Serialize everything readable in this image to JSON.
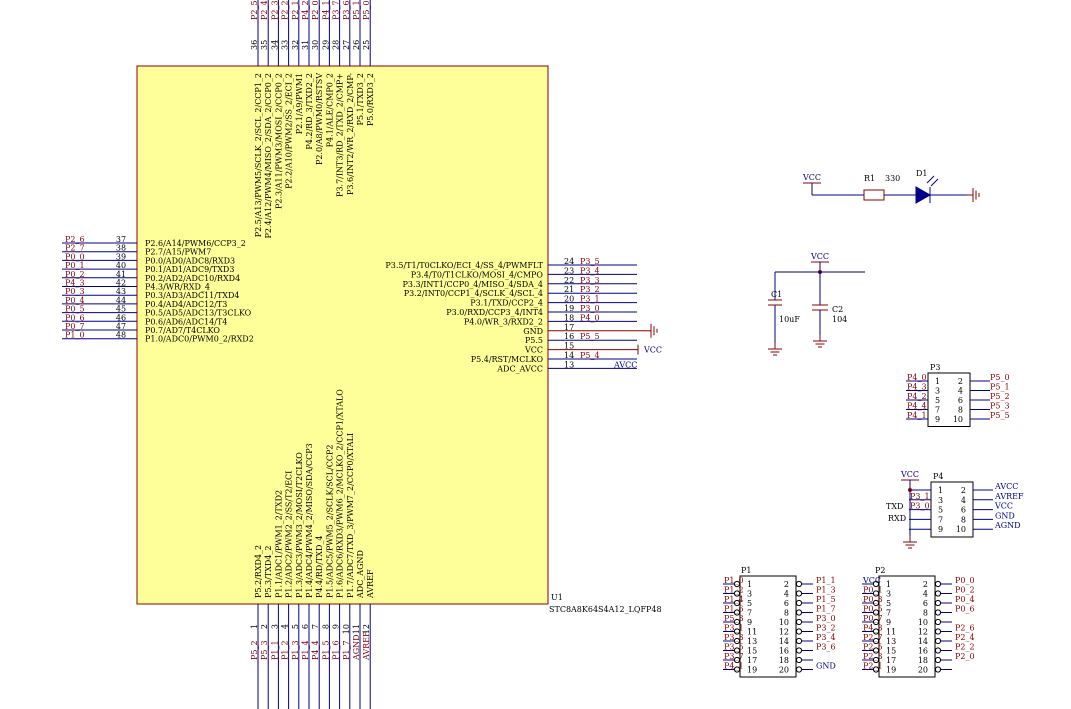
{
  "u1": {
    "designator": "U1",
    "part": "STC8A8K64S4A12_LQFP48",
    "left_pins": [
      {
        "num": "37",
        "func": "P2.6/A14/PWM6/CCP3_2",
        "net": "P2_6"
      },
      {
        "num": "38",
        "func": "P2.7/A15/PWM7",
        "net": "P2_7"
      },
      {
        "num": "39",
        "func": "P0.0/AD0/ADC8/RXD3",
        "net": "P0_0"
      },
      {
        "num": "40",
        "func": "P0.1/AD1/ADC9/TXD3",
        "net": "P0_1"
      },
      {
        "num": "41",
        "func": "P0.2/AD2/ADC10/RXD4",
        "net": "P0_2"
      },
      {
        "num": "42",
        "func": "P4.3/WR/RXD_4",
        "net": "P4_3"
      },
      {
        "num": "43",
        "func": "P0.3/AD3/ADC11/TXD4",
        "net": "P0_3"
      },
      {
        "num": "44",
        "func": "P0.4/AD4/ADC12/T3",
        "net": "P0_4"
      },
      {
        "num": "45",
        "func": "P0.5/AD5/ADC13/T3CLKO",
        "net": "P0_5"
      },
      {
        "num": "46",
        "func": "P0.6/AD6/ADC14/T4",
        "net": "P0_6"
      },
      {
        "num": "47",
        "func": "P0.7/AD7/T4CLKO",
        "net": "P0_7"
      },
      {
        "num": "48",
        "func": "P1.0/ADC0/PWM0_2/RXD2",
        "net": "P1_0"
      }
    ],
    "right_pins": [
      {
        "num": "24",
        "func": "P3.5/T1/T0CLKO/ECI_4/SS_4/PWMFLT",
        "net": "P3_5"
      },
      {
        "num": "23",
        "func": "P3.4/T0/T1CLKO/MOSI_4/CMPO",
        "net": "P3_4"
      },
      {
        "num": "22",
        "func": "P3.3/INT1/CCP0_4/MISO_4/SDA_4",
        "net": "P3_3"
      },
      {
        "num": "21",
        "func": "P3.2/INT0/CCP1_4/SCLK_4/SCL_4",
        "net": "P3_2"
      },
      {
        "num": "20",
        "func": "P3.1/TXD/CCP2_4",
        "net": "P3_1"
      },
      {
        "num": "19",
        "func": "P3.0/RXD/CCP3_4/INT4",
        "net": "P3_0"
      },
      {
        "num": "18",
        "func": "P4.0/WR_3/RXD2_2",
        "net": "P4_0"
      },
      {
        "num": "17",
        "func": "GND",
        "net": ""
      },
      {
        "num": "16",
        "func": "P5.5",
        "net": "P5_5"
      },
      {
        "num": "15",
        "func": "VCC",
        "net": "VCC"
      },
      {
        "num": "14",
        "func": "P5.4/RST/MCLKO",
        "net": "P5_4"
      },
      {
        "num": "13",
        "func": "ADC_AVCC",
        "net": "AVCC"
      }
    ],
    "top_pins": [
      {
        "num": "36",
        "func": "P2.5/A13/PWM5/SCLK_2/SCL_2/CCP1_2",
        "net": "P2_5"
      },
      {
        "num": "35",
        "func": "P2.4/A12/PWM4/MISO_2/SDA_2/CCP0_2",
        "net": "P2_4"
      },
      {
        "num": "34",
        "func": "P2.3/A11/PWM3/MOSI_2/CCP0_2",
        "net": "P2_3"
      },
      {
        "num": "33",
        "func": "P2.2/A10/PWM2/SS_2/ECI_2",
        "net": "P2_2"
      },
      {
        "num": "32",
        "func": "P2.1/A9/PWM1",
        "net": "P2_1"
      },
      {
        "num": "31",
        "func": "P4.2/RD_3/TXD2_2",
        "net": "P4_2"
      },
      {
        "num": "30",
        "func": "P2.0/A8/PWM0/RSTSV",
        "net": "P2_0"
      },
      {
        "num": "29",
        "func": "P4.1/ALE/CMP0_2",
        "net": "P4_1"
      },
      {
        "num": "28",
        "func": "P3.7/INT3/RD_2/TXD_2/CMP+",
        "net": "P3_7"
      },
      {
        "num": "27",
        "func": "P3.6/INT2/WR_2/RXD_2/CMP-",
        "net": "P3_6"
      },
      {
        "num": "26",
        "func": "P5.1/TXD3_2",
        "net": "P5_1"
      },
      {
        "num": "25",
        "func": "P5.0/RXD3_2",
        "net": "P5_0"
      }
    ],
    "bottom_pins": [
      {
        "num": "1",
        "func": "P5.2/RXD4_2",
        "net": "P5_2"
      },
      {
        "num": "2",
        "func": "P5.3/TXD4_2",
        "net": "P5_3"
      },
      {
        "num": "3",
        "func": "P1.1/ADC1/PWM1_2/TXD2",
        "net": "P1_1"
      },
      {
        "num": "4",
        "func": "P1.2/ADC2/PWM2_2/SS/T2/ECI",
        "net": "P1_2"
      },
      {
        "num": "5",
        "func": "P1.3/ADC3/PWM3_2/MOSI/T2CLKO",
        "net": "P1_3"
      },
      {
        "num": "6",
        "func": "P1.4/ADC4/PWM4_2/MISO/SDA/CCP3",
        "net": "P1_4"
      },
      {
        "num": "7",
        "func": "P4.4/RD/TXD_4",
        "net": "P4_4"
      },
      {
        "num": "8",
        "func": "P1.5/ADC5/PWM5_2/SCLK/SCL/CCP2",
        "net": "P1_5"
      },
      {
        "num": "9",
        "func": "P1.6/ADC6/RXD3/PWM6_2/MCLKO_2/CCP1/XTALO",
        "net": "P1_6"
      },
      {
        "num": "10",
        "func": "P1.7/ADC7/TXD_3/PWM7_2/CCP0/XTALI",
        "net": "P1_7"
      },
      {
        "num": "11",
        "func": "ADC_AGND",
        "net": "AGND"
      },
      {
        "num": "12",
        "func": "AVREF",
        "net": "AVREF"
      }
    ]
  },
  "led": {
    "vcc": "VCC",
    "r_ref": "R1",
    "r_val": "330",
    "d_ref": "D1"
  },
  "caps": {
    "vcc": "VCC",
    "c1_ref": "C1",
    "c1_val": "10uF",
    "c2_ref": "C2",
    "c2_val": "104"
  },
  "p3": {
    "ref": "P3",
    "pin_numbers": [
      [
        "1",
        "2"
      ],
      [
        "3",
        "4"
      ],
      [
        "5",
        "6"
      ],
      [
        "7",
        "8"
      ],
      [
        "9",
        "10"
      ]
    ],
    "left_nets": [
      "P4_0",
      "P4_3",
      "P4_2",
      "P4_4",
      "P4_1"
    ],
    "right_nets": [
      "P5_0",
      "P5_1",
      "P5_2",
      "P5_3",
      "P5_5"
    ]
  },
  "p4": {
    "ref": "P4",
    "vcc": "VCC",
    "pin_numbers": [
      [
        "1",
        "2"
      ],
      [
        "3",
        "4"
      ],
      [
        "5",
        "6"
      ],
      [
        "7",
        "8"
      ],
      [
        "9",
        "10"
      ]
    ],
    "left_labels": [
      "",
      "TXD",
      "RXD",
      "",
      ""
    ],
    "left_nets": [
      "",
      "P3_1",
      "P3_0",
      "",
      ""
    ],
    "right_nets": [
      "AVCC",
      "AVREF",
      "VCC",
      "GND",
      "AGND"
    ]
  },
  "p1": {
    "ref": "P1",
    "pin_numbers": [
      [
        "1",
        "2"
      ],
      [
        "3",
        "4"
      ],
      [
        "5",
        "6"
      ],
      [
        "7",
        "8"
      ],
      [
        "9",
        "10"
      ],
      [
        "11",
        "12"
      ],
      [
        "13",
        "14"
      ],
      [
        "15",
        "16"
      ],
      [
        "17",
        "18"
      ],
      [
        "19",
        "20"
      ]
    ],
    "left_nets": [
      "P1_0",
      "P1_2",
      "P1_4",
      "P1_6",
      "P5_3",
      "P3_1",
      "P3_3",
      "P3_5",
      "P3_7",
      "P4_1"
    ],
    "right_nets": [
      "P1_1",
      "P1_3",
      "P1_5",
      "P1_7",
      "P3_0",
      "P3_2",
      "P3_4",
      "P3_6",
      "",
      "GND"
    ]
  },
  "p2": {
    "ref": "P2",
    "pin_numbers": [
      [
        "1",
        "2"
      ],
      [
        "3",
        "4"
      ],
      [
        "5",
        "6"
      ],
      [
        "7",
        "8"
      ],
      [
        "9",
        "10"
      ],
      [
        "11",
        "12"
      ],
      [
        "13",
        "14"
      ],
      [
        "15",
        "16"
      ],
      [
        "17",
        "18"
      ],
      [
        "19",
        "20"
      ]
    ],
    "left_nets": [
      "VCC",
      "P0_1",
      "P0_3",
      "P0_5",
      "P0_7",
      "P4_3",
      "P2_7",
      "P2_5",
      "P2_3",
      "P2_1"
    ],
    "right_nets": [
      "P0_0",
      "P0_2",
      "P0_4",
      "P0_6",
      "",
      "P2_6",
      "P2_4",
      "P2_2",
      "P2_0",
      ""
    ]
  }
}
